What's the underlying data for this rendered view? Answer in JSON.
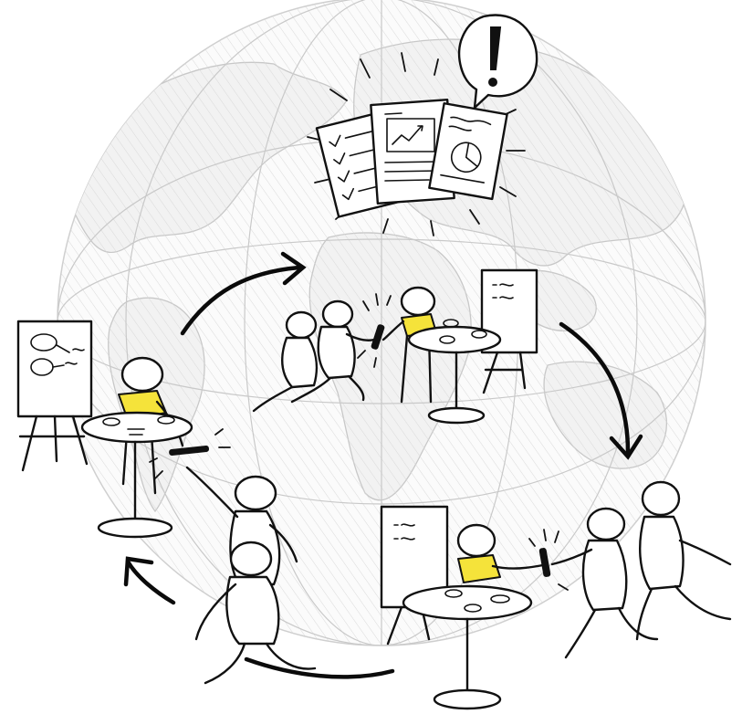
{
  "illustration": {
    "scene": "knowledge-sharing-relay",
    "icons": [
      "globe-icon",
      "document-stack-icon",
      "checklist-document-icon",
      "line-chart-document-icon",
      "pie-chart-document-icon",
      "exclamation-speech-bubble-icon",
      "flipchart-icon",
      "cafe-table-icon",
      "coffee-cup-icon",
      "baton-icon",
      "cycle-arrow-icon"
    ],
    "colors": {
      "ink": "#111111",
      "highlight_shirt": "#f5e33a",
      "globe_lines": "#c9c9c9",
      "background": "#ffffff"
    },
    "stations": 3,
    "arrows": 4
  }
}
